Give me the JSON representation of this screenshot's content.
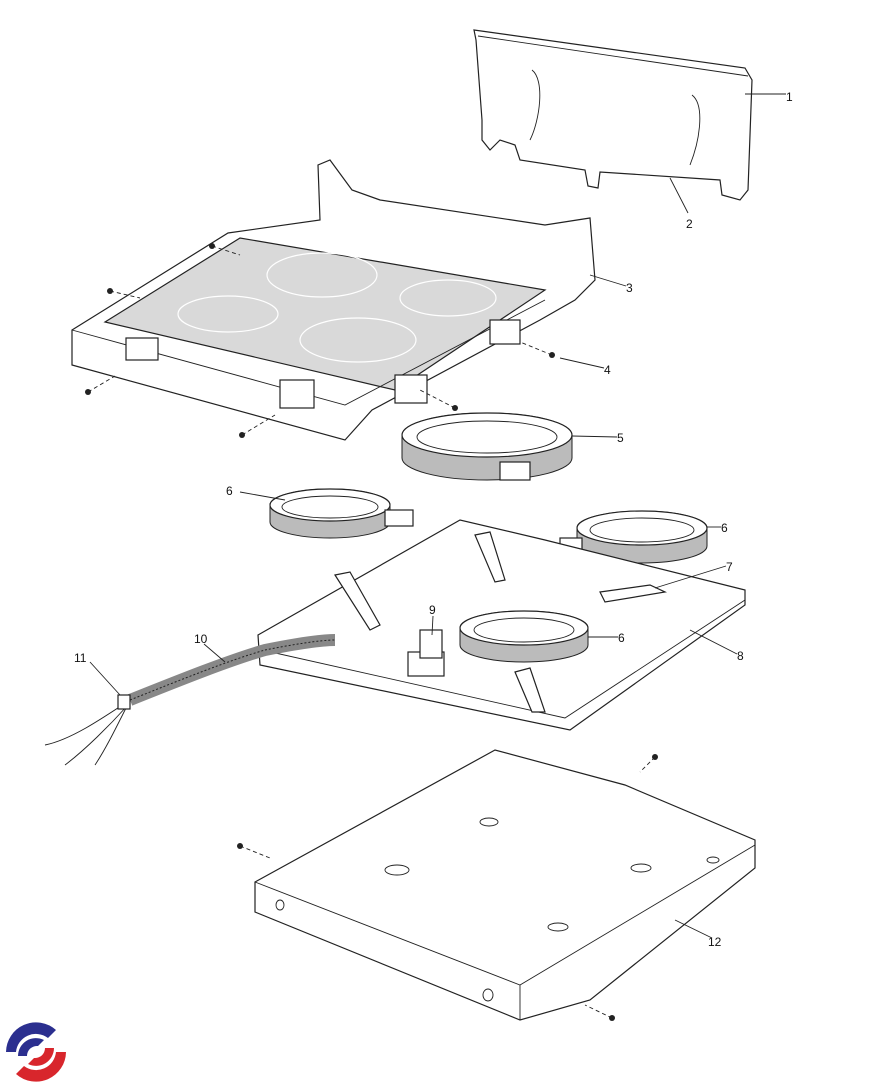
{
  "callouts": [
    {
      "id": "1",
      "text": "1"
    },
    {
      "id": "2",
      "text": "2"
    },
    {
      "id": "3",
      "text": "3"
    },
    {
      "id": "4",
      "text": "4"
    },
    {
      "id": "5",
      "text": "5"
    },
    {
      "id": "6a",
      "text": "6"
    },
    {
      "id": "6b",
      "text": "6"
    },
    {
      "id": "7",
      "text": "7"
    },
    {
      "id": "6c",
      "text": "6"
    },
    {
      "id": "9",
      "text": "9"
    },
    {
      "id": "8",
      "text": "8"
    },
    {
      "id": "10",
      "text": "10"
    },
    {
      "id": "11",
      "text": "11"
    },
    {
      "id": "12",
      "text": "12"
    }
  ],
  "logo": {
    "colors": {
      "blue": "#2b2f8f",
      "red": "#d8262c"
    }
  }
}
